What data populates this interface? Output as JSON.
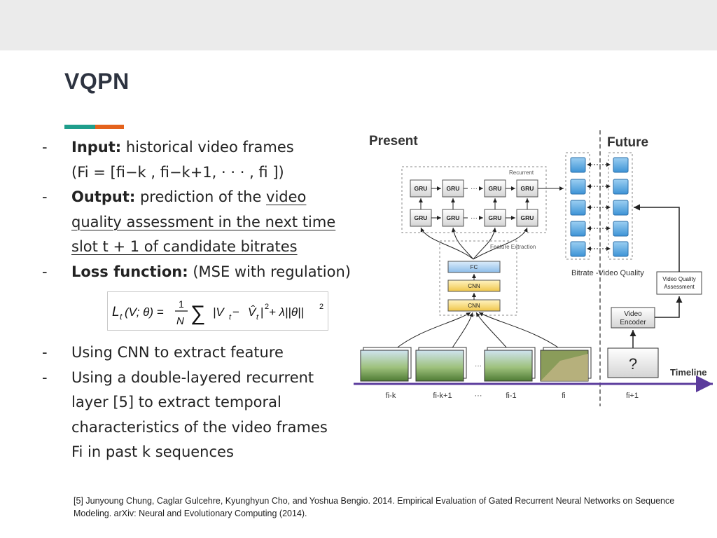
{
  "slide": {
    "title": "VQPN",
    "colors": {
      "accent_teal": "#1f9e8c",
      "accent_orange": "#e4621c",
      "timeline": "#5b3b9c",
      "cell_blue": "#4aa3e0"
    }
  },
  "bullets_top": [
    {
      "dash": "-",
      "label": "Input:",
      "text": "historical video frames"
    },
    {
      "continuation": "(Fi = [fi−k , fi−k+1, · · · , fi ])"
    },
    {
      "dash": "-",
      "label": "Output:",
      "text_before_link": "prediction of the ",
      "link_first": "video"
    },
    {
      "continuation": "quality assessment in the next time"
    },
    {
      "continuation": "slot t + 1 of candidate bitrates"
    },
    {
      "dash": "-",
      "label": "Loss function:",
      "text": "(MSE with regulation)"
    }
  ],
  "bullets_bottom": [
    {
      "dash": "-",
      "text": "Using CNN to extract feature"
    },
    {
      "dash": "-",
      "text": "Using a double-layered recurrent"
    },
    {
      "continuation": "layer [5] to extract temporal"
    },
    {
      "continuation": "characteristics of the video frames"
    },
    {
      "continuation": "Fi in past k sequences"
    }
  ],
  "formula": {
    "lhs": "L",
    "lhs_sub": "t",
    "lhs_args": "(V; θ) =",
    "frac_num": "1",
    "frac_den": "N",
    "sum": "∑",
    "body": "|V",
    "body_sub": "t",
    "minus": " − ",
    "vhat": "V̂",
    "vhat_sub": "t",
    "body_end": "|",
    "sq1": "2",
    "reg": " + λ||θ||",
    "sq2": "2"
  },
  "diagram": {
    "present": "Present",
    "future": "Future",
    "recurrent_label": "Recurrent",
    "feature_extraction_label": "Feature Extraction",
    "gru": "GRU",
    "ellipsis": "···",
    "fc": "FC",
    "cnn": "CNN",
    "bitrate_video_quality": "Bitrate -Video Quality",
    "vqa_line1": "Video Quality",
    "vqa_line2": "Assessment",
    "encoder_line1": "Video",
    "encoder_line2": "Encoder",
    "question": "?",
    "timeline": "Timeline",
    "frame_labels": [
      "fi-k",
      "fi-k+1",
      "···",
      "fi-1",
      "fi",
      "fi+1"
    ]
  },
  "footnote": "[5] Junyoung Chung, Caglar Gulcehre, Kyunghyun Cho, and Yoshua Bengio. 2014. Empirical Evaluation of Gated Recurrent Neural Networks on Sequence Modeling. arXiv: Neural and Evolutionary Computing (2014)."
}
